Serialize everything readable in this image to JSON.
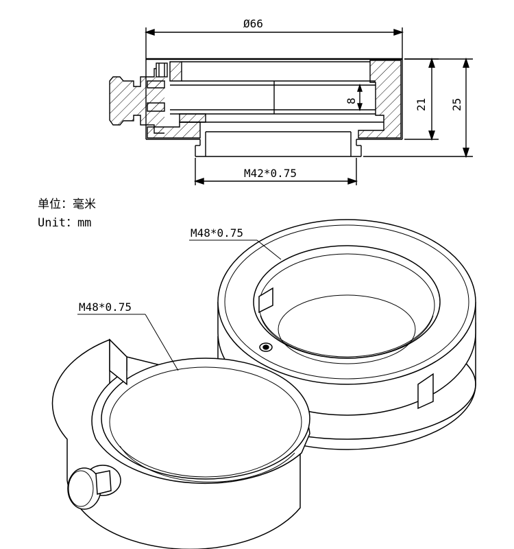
{
  "drawing": {
    "dim_outer_diameter": "Ø66",
    "dim_thread_bottom": "M42*0.75",
    "dim_height_inner": "21",
    "dim_height_total": "25",
    "dim_groove": "8"
  },
  "unit_note": {
    "cn": "单位：毫米",
    "en": "Unit：mm"
  },
  "callouts": {
    "upper_ring": "M48*0.75",
    "lower_clamp": "M48*0.75"
  }
}
